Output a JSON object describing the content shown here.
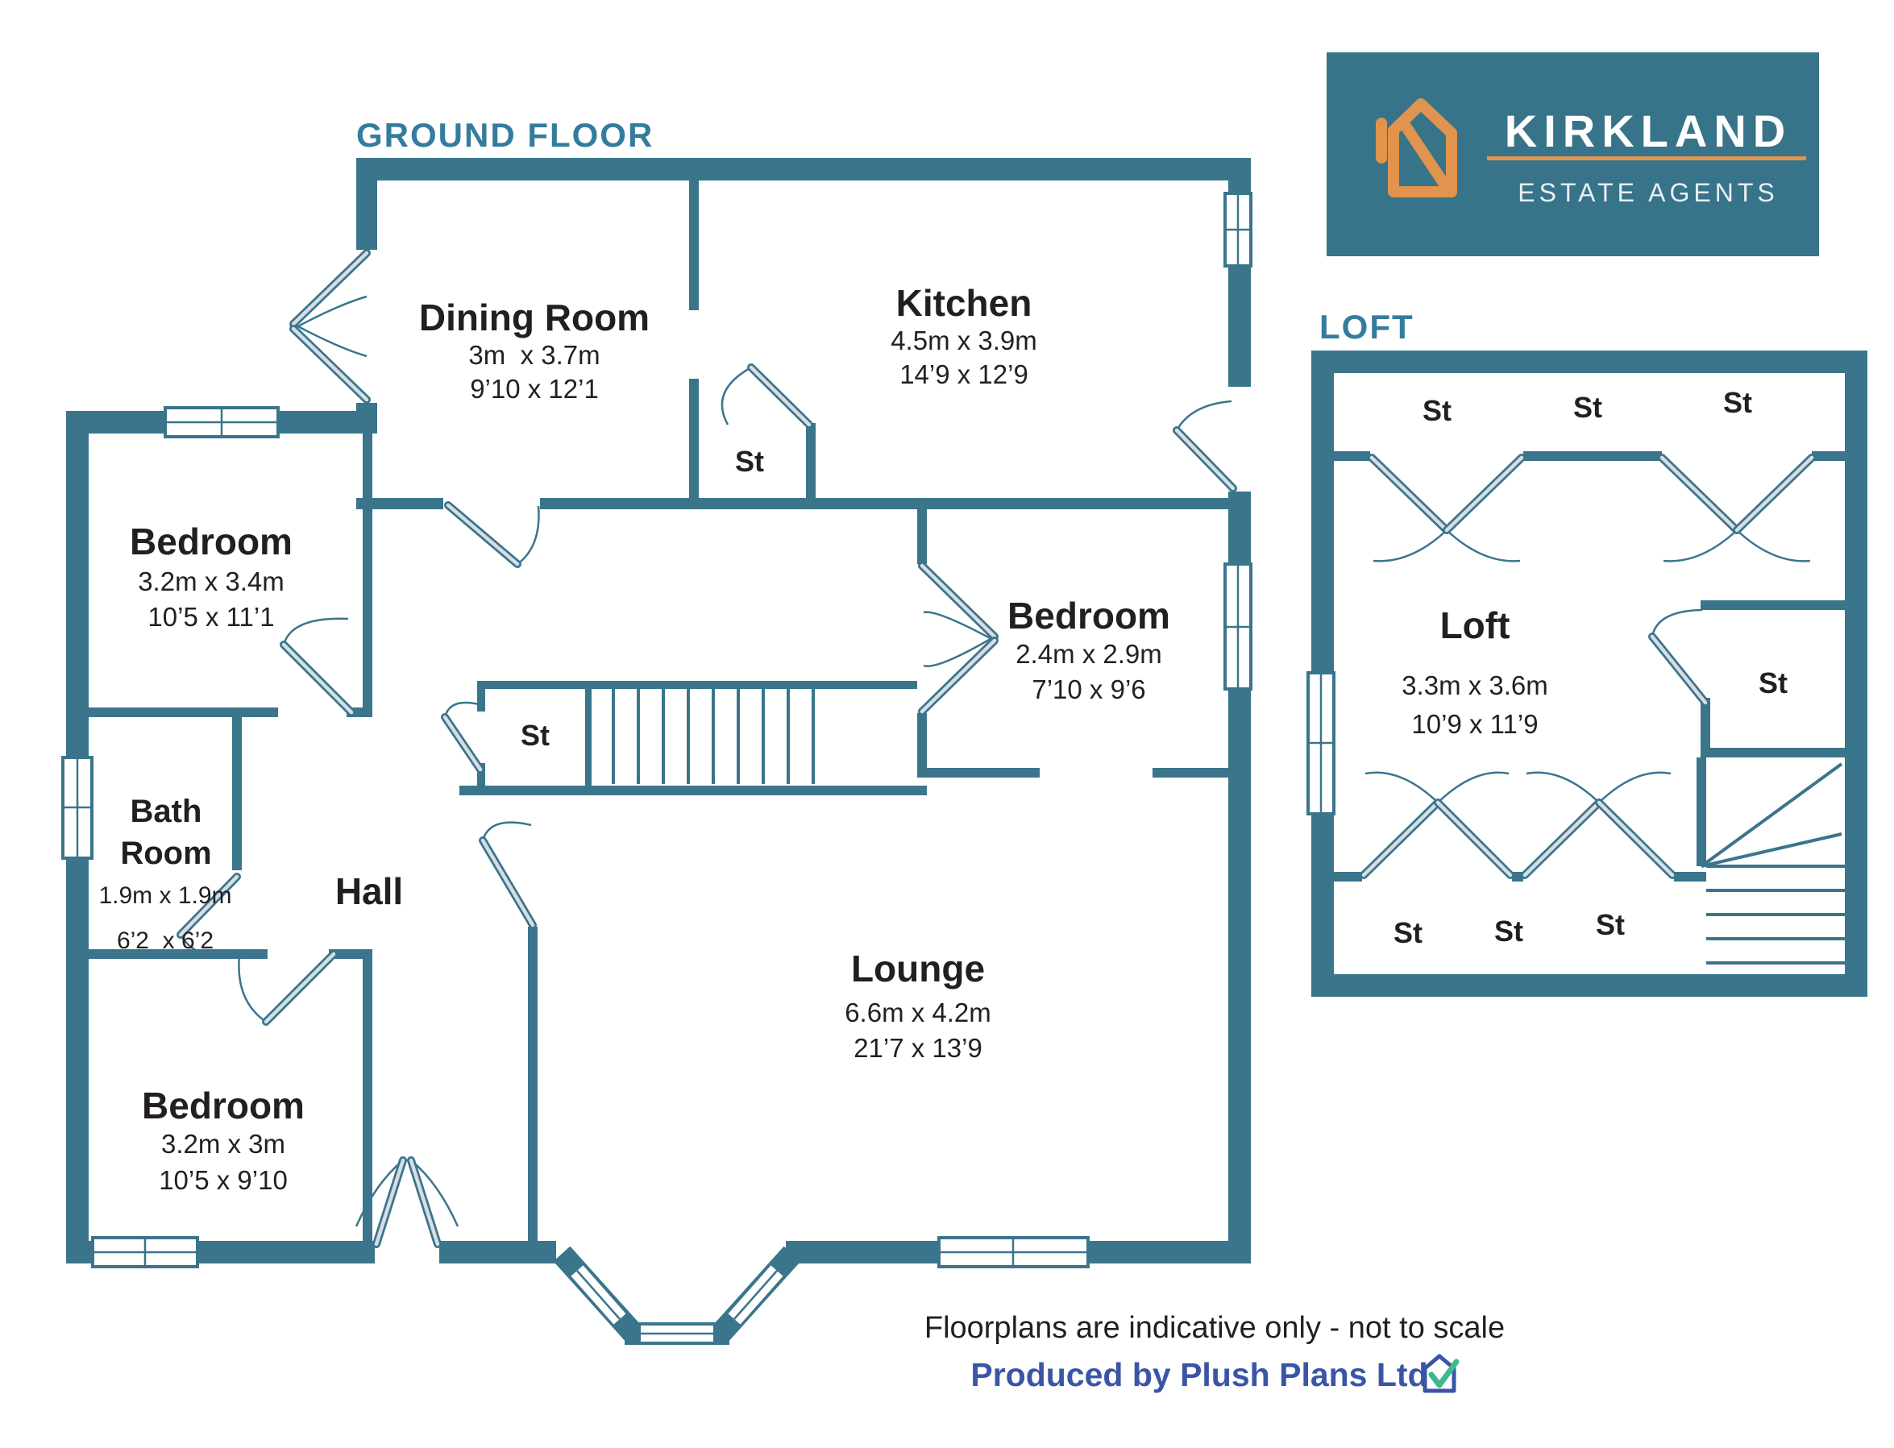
{
  "colors": {
    "wall": "#3A758C",
    "plan_title": "#347C9E",
    "label": "#231F20",
    "door_leaf": "#D8DDE3",
    "logo_bg": "#37748A",
    "logo_orange": "#E0944E",
    "footer_blue": "#3A55A5",
    "check_green": "#3FBA8F"
  },
  "titles": {
    "ground_floor": "GROUND FLOOR",
    "loft": "LOFT"
  },
  "logo": {
    "brand": "KIRKLAND",
    "tagline": "ESTATE AGENTS"
  },
  "ground_floor": {
    "dining_room": {
      "name": "Dining Room",
      "dim_m": "3m  x 3.7m",
      "dim_ft": "9’10 x 12’1"
    },
    "kitchen": {
      "name": "Kitchen",
      "dim_m": "4.5m x 3.9m",
      "dim_ft": "14’9 x 12’9"
    },
    "bedroom_left": {
      "name": "Bedroom",
      "dim_m": "3.2m x 3.4m",
      "dim_ft": "10’5 x 11’1"
    },
    "bedroom_middle": {
      "name": "Bedroom",
      "dim_m": "2.4m x 2.9m",
      "dim_ft": "7’10 x 9’6"
    },
    "bathroom": {
      "name_line1": "Bath",
      "name_line2": "Room",
      "dim_m": "1.9m x 1.9m",
      "dim_ft": "6’2  x 6’2"
    },
    "hall": {
      "name": "Hall"
    },
    "lounge": {
      "name": "Lounge",
      "dim_m": "6.6m x 4.2m",
      "dim_ft": "21’7 x 13’9"
    },
    "bedroom_bottom": {
      "name": "Bedroom",
      "dim_m": "3.2m x 3m",
      "dim_ft": "10’5 x 9’10"
    },
    "storage_closet": {
      "label": "St"
    },
    "storage_understairs": {
      "label": "St"
    }
  },
  "loft": {
    "room": {
      "name": "Loft",
      "dim_m": "3.3m x 3.6m",
      "dim_ft": "10’9 x 11’9"
    },
    "st_top_1": "St",
    "st_top_2": "St",
    "st_top_3": "St",
    "st_right": "St",
    "st_bottom_1": "St",
    "st_bottom_2": "St",
    "st_bottom_3": "St"
  },
  "footer": {
    "disclaimer": "Floorplans are indicative only - not to scale",
    "credit": "Produced by Plush Plans Ltd"
  }
}
